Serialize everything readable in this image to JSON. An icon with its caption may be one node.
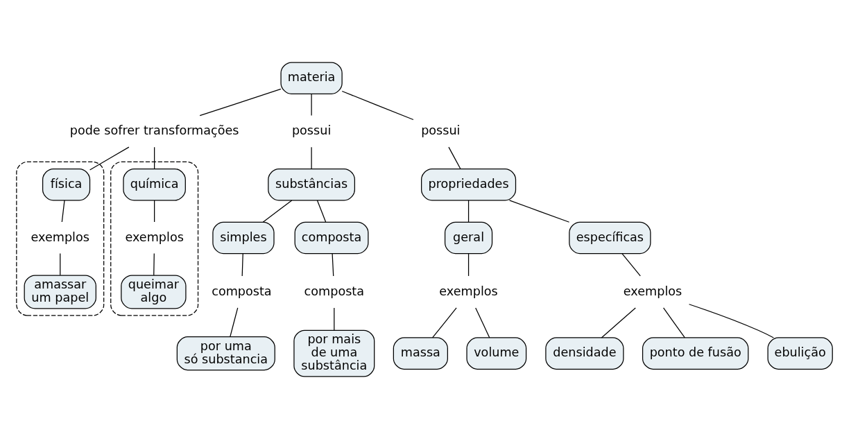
{
  "diagram": {
    "nodes": [
      {
        "text": [
          "materia"
        ]
      },
      {
        "text": [
          "possui"
        ]
      },
      {
        "text": [
          "possui"
        ]
      },
      {
        "text": [
          "pode sofrer transformações"
        ]
      },
      {
        "text": [
          "substâncias"
        ]
      },
      {
        "text": [
          "propriedades"
        ]
      },
      {
        "text": [],
        "shape": "ellipse"
      },
      {
        "text": [
          "física"
        ],
        "in": 6
      },
      {
        "text": [
          "exemplos"
        ],
        "in": 6
      },
      {
        "text": [
          "amassar um papel"
        ],
        "in": 6
      },
      {
        "text": [],
        "shape": "ellipse"
      },
      {
        "text": [
          "química"
        ],
        "in": 10
      },
      {
        "text": [
          "exemplos"
        ],
        "in": 10
      },
      {
        "text": [
          "queimar algo"
        ],
        "in": 10
      },
      {
        "text": [
          "simples"
        ]
      },
      {
        "text": [
          "composta"
        ]
      },
      {
        "text": [
          "composta"
        ]
      },
      {
        "text": [
          "composta"
        ]
      },
      {
        "text": [
          "geral"
        ]
      },
      {
        "text": [
          "específicas"
        ]
      },
      {
        "text": [
          "exemplos"
        ]
      },
      {
        "text": [
          "exemplos"
        ]
      },
      {
        "text": [
          "por uma só substancia"
        ]
      },
      {
        "text": [
          "por mais de uma substância"
        ]
      },
      {
        "text": [
          "massa"
        ]
      },
      {
        "text": [
          "volume"
        ]
      },
      {
        "text": [
          "densidade"
        ]
      },
      {
        "text": [
          "ponto de fusão"
        ]
      },
      {
        "text": [
          "ebulição"
        ]
      }
    ],
    "edges": [
      {
        "from": 0,
        "to": 1,
        "arrow": "none"
      },
      {
        "from": 1,
        "to": 4,
        "arrow": "none"
      },
      {
        "from": 0,
        "to": 2,
        "arrow": "none"
      },
      {
        "from": 2,
        "to": 5,
        "arrow": "none"
      },
      {
        "from": 0,
        "to": 3,
        "arrow": "none"
      },
      {
        "from": 3,
        "to": 7,
        "arrow": "none"
      },
      {
        "from": 3,
        "to": 11,
        "arrow": "none"
      },
      {
        "from": 7,
        "to": 8,
        "arrow": "none"
      },
      {
        "from": 8,
        "to": 9,
        "arrow": "none"
      },
      {
        "from": 11,
        "to": 12,
        "arrow": "none"
      },
      {
        "from": 12,
        "to": 13,
        "arrow": "none"
      },
      {
        "from": 4,
        "to": 14,
        "arrow": "none"
      },
      {
        "from": 4,
        "to": 15,
        "arrow": "none"
      },
      {
        "from": 14,
        "to": 16,
        "arrow": "none"
      },
      {
        "from": 16,
        "to": 22,
        "arrow": "none"
      },
      {
        "from": 15,
        "to": 17,
        "arrow": "none"
      },
      {
        "from": 17,
        "to": 23,
        "arrow": "none"
      },
      {
        "from": 5,
        "to": 18,
        "arrow": "none"
      },
      {
        "from": 5,
        "to": 19,
        "arrow": "none"
      },
      {
        "from": 18,
        "to": 20,
        "arrow": "none"
      },
      {
        "from": 20,
        "to": 24,
        "arrow": "none"
      },
      {
        "from": 20,
        "to": 25,
        "arrow": "none"
      },
      {
        "from": 19,
        "to": 21,
        "arrow": "none"
      },
      {
        "from": 21,
        "to": 26,
        "arrow": "none"
      },
      {
        "from": 21,
        "to": 27,
        "arrow": "none"
      },
      {
        "from": 21,
        "to": 28,
        "arrow": "none"
      }
    ]
  }
}
